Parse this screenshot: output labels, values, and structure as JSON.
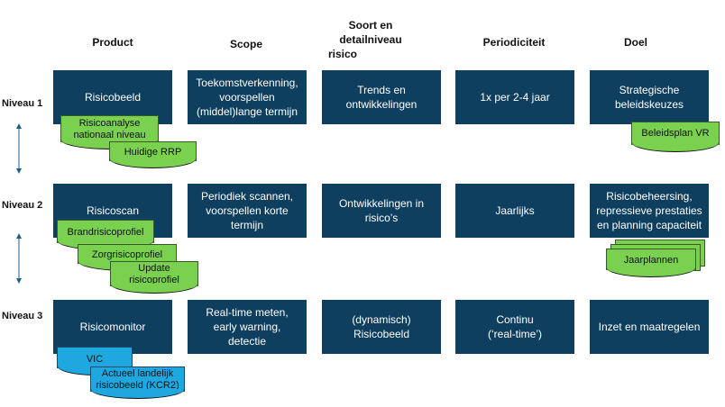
{
  "columns": {
    "product": "Product",
    "scope": "Scope",
    "soort_line1": "Soort en",
    "soort_line2": "detailniveau",
    "soort_line3": "risico",
    "periodiciteit": "Periodiciteit",
    "doel": "Doel"
  },
  "levels": [
    "Niveau 1",
    "Niveau 2",
    "Niveau 3"
  ],
  "rows": [
    {
      "product": "Risicobeeld",
      "scope": "Toekomstverkenning,\nvoorspellen\n(middel)lange termijn",
      "soort": "Trends en\nontwikkelingen",
      "periodiciteit": "1x per 2-4 jaar",
      "doel": "Strategische\nbeleidskeuzes",
      "docs": [
        "Risicoanalyse\nnationaal niveau",
        "Huidige RRP"
      ],
      "doel_doc": "Beleidsplan VR"
    },
    {
      "product": "Risicoscan",
      "scope": "Periodiek scannen,\nvoorspellen korte\ntermijn",
      "soort": "Ontwikkelingen in\nrisico’s",
      "periodiciteit": "Jaarlijks",
      "doel": "Risicobeheersing,\nrepressieve prestaties\nen planning capaciteit",
      "docs": [
        "Brandrisicoprofiel",
        "Zorgrisicoprofiel",
        "Update\nrisicoprofiel"
      ],
      "doel_doc": "Jaarplannen"
    },
    {
      "product": "Risicomonitor",
      "scope": "Real-time meten,\nearly warning,\ndetectie",
      "soort": "(dynamisch)\nRisicobeeld",
      "periodiciteit": "Continu\n(‘real-time’)",
      "doel": "Inzet en maatregelen",
      "docs": [
        "VIC",
        "Actueel landelijk\nrisicobeeld (KCR2)"
      ]
    }
  ],
  "colors": {
    "box": "#0f3f5e",
    "doc_green": "#7ad14f",
    "doc_blue": "#1fa8e0",
    "arrow": "#1f5f8a"
  }
}
